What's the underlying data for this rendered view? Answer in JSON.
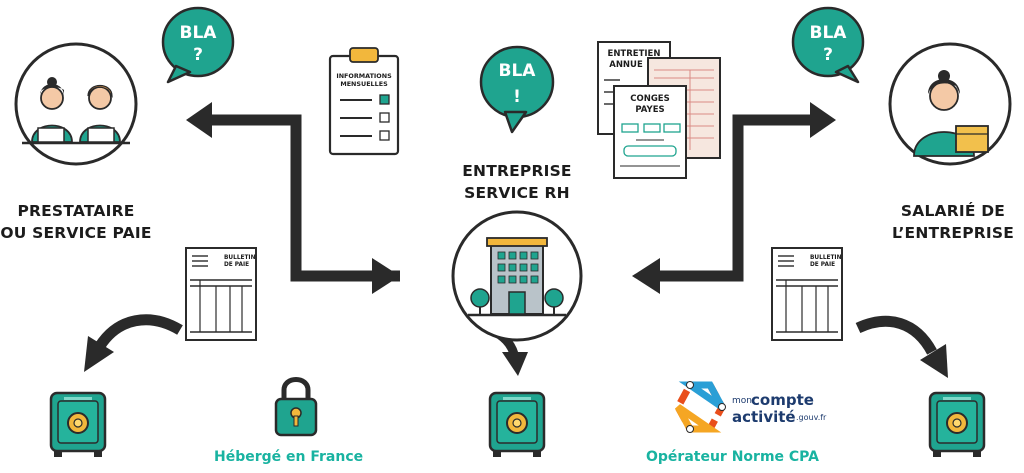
{
  "bubbles": {
    "left": {
      "line1": "BLA",
      "line2": "?"
    },
    "center": {
      "line1": "BLA",
      "line2": "!"
    },
    "right": {
      "line1": "BLA",
      "line2": "?"
    }
  },
  "labels": {
    "left_line1": "PRESTATAIRE",
    "left_line2": "OU SERVICE PAIE",
    "center_line1": "ENTREPRISE",
    "center_line2": "SERVICE RH",
    "right_line1": "SALARIÉ DE",
    "right_line2": "L’ENTREPRISE"
  },
  "documents": {
    "clipboard_line1": "INFORMATIONS",
    "clipboard_line2": "MENSUELLES",
    "entretien_line1": "ENTRETIEN",
    "entretien_line2": "ANNUE",
    "conges_line1": "CONGES",
    "conges_line2": "PAYES",
    "bulletin_line1": "BULLETIN",
    "bulletin_line2": "DE PAIE"
  },
  "footer": {
    "hosted": "Hébergé en France",
    "operator": "Opérateur Norme CPA",
    "brand_small": "mon",
    "brand_compte": "compte",
    "brand_activite": "activité",
    "brand_domain": ".gouv.fr"
  },
  "colors": {
    "teal": "#1fa48f",
    "teal_dark": "#17806f",
    "label": "#1c1c1c",
    "footer_teal": "#19b3a1",
    "safe_gold": "#f2b73c",
    "brand_navy": "#1d3b6e"
  }
}
